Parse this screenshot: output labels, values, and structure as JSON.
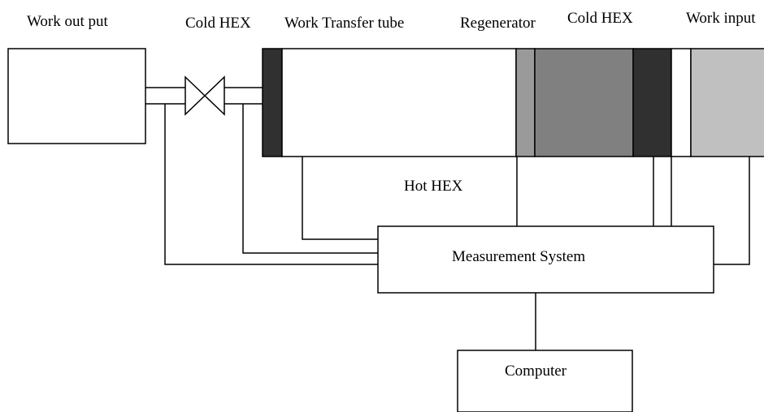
{
  "labels": {
    "work_output": "Work out put",
    "cold_hex_left": "Cold HEX",
    "work_transfer_tube": "Work Transfer tube",
    "regenerator": "Regenerator",
    "cold_hex_right": "Cold HEX",
    "work_input": "Work input",
    "hot_hex": "Hot HEX",
    "measurement_system": "Measurement System",
    "computer": "Computer"
  },
  "colors": {
    "line": "#000000",
    "background": "#ffffff",
    "hex_dark": "#303030",
    "regenerator_light": "#9a9a9a",
    "regenerator_main": "#808080",
    "work_input_fill": "#c0c0c0"
  }
}
